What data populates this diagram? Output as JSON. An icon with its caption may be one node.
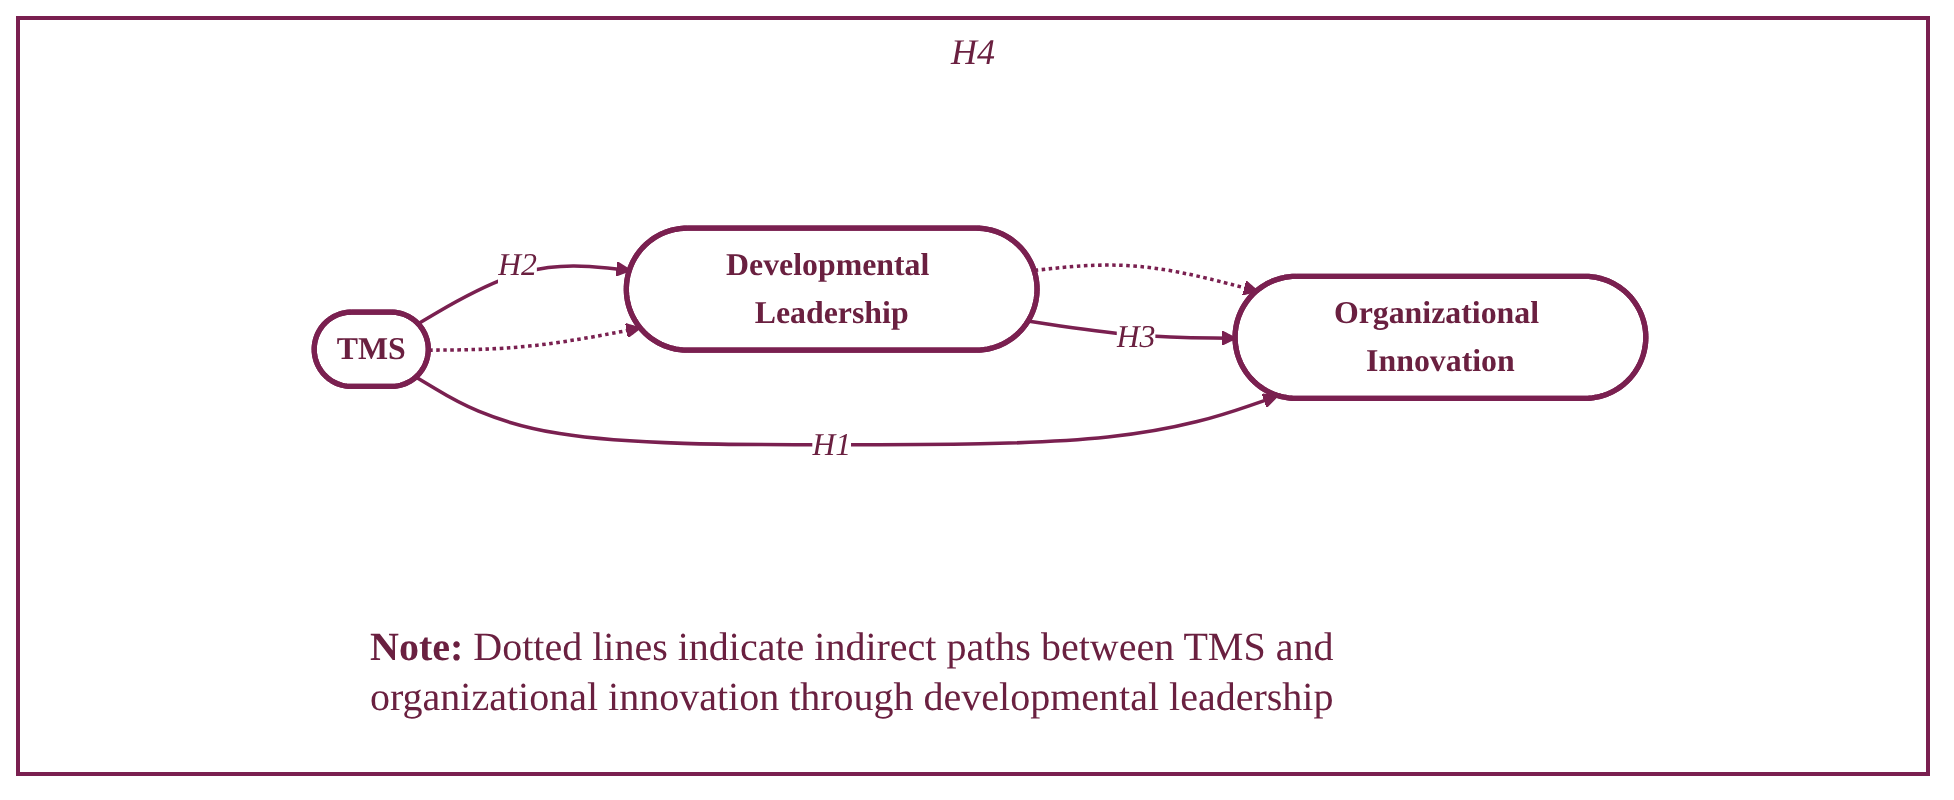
{
  "diagram": {
    "caption": "**Note:** Dotted lines indicate indirect paths between TMS and organizational innovation through developmental leadership",
    "nodes": [
      {
        "text": [
          "TMS"
        ]
      },
      {
        "text": [
          "Developmental Leadership"
        ]
      },
      {
        "text": [
          "Organizational Innovation"
        ]
      }
    ],
    "edges": [
      {
        "from": 0,
        "to": 1,
        "arrow": "to",
        "label": "H2"
      },
      {
        "from": 0,
        "to": 1,
        "arrow": "to",
        "style": "dashed"
      },
      {
        "from": 1,
        "to": 2,
        "arrow": "to",
        "style": "dashed"
      },
      {
        "from": 1,
        "to": 2,
        "arrow": "to",
        "label": "H3"
      },
      {
        "from": 0,
        "to": 2,
        "arrow": "to",
        "label": "H1"
      }
    ],
    "labels": [
      "H4"
    ]
  }
}
